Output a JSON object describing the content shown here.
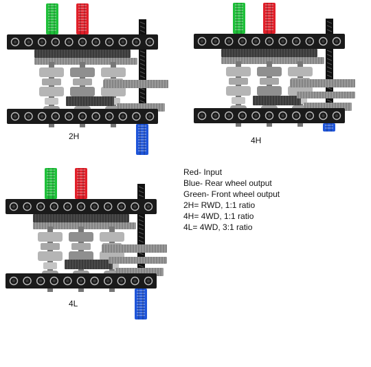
{
  "diagrams": [
    {
      "id": "2H",
      "label": "2H"
    },
    {
      "id": "4H",
      "label": "4H"
    },
    {
      "id": "4L",
      "label": "4L"
    }
  ],
  "legend": [
    "Red- Input",
    "Blue- Rear wheel output",
    "Green- Front wheel output",
    "2H= RWD, 1:1 ratio",
    "4H= 4WD, 1:1 ratio",
    "4L= 4WD, 3:1 ratio"
  ],
  "colors": {
    "red": "#e0202a",
    "green": "#1fbf3a",
    "blue": "#1f55d8",
    "beam": "#1a1a1a",
    "gear_dark": "#4a4a4a",
    "gear_light": "#9a9a9a"
  }
}
